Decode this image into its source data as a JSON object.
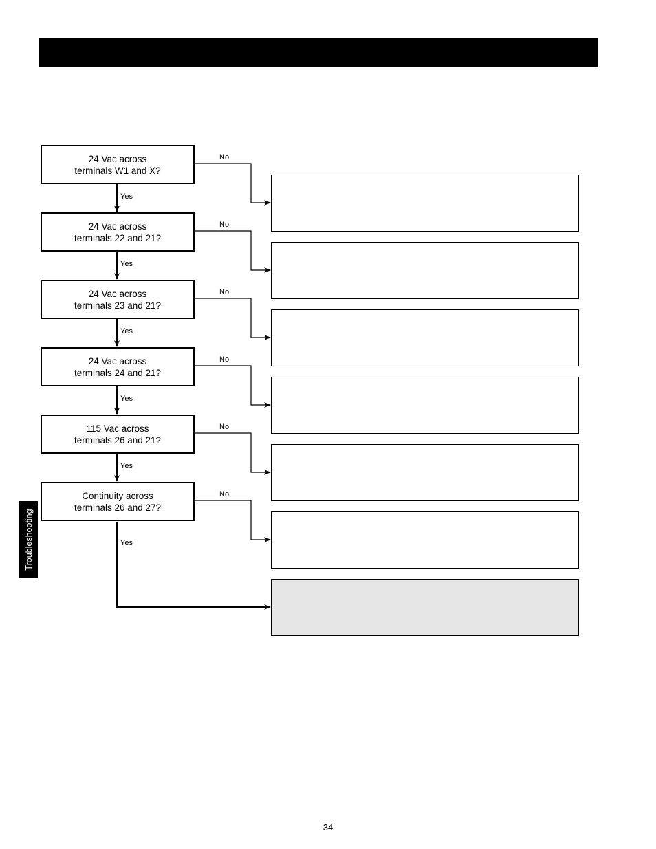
{
  "flowchart": {
    "questions": [
      {
        "line1": "24 Vac across",
        "line2": "terminals W1 and X?"
      },
      {
        "line1": "24 Vac across",
        "line2": "terminals 22 and 21?"
      },
      {
        "line1": "24 Vac across",
        "line2": "terminals 23 and 21?"
      },
      {
        "line1": "24 Vac across",
        "line2": "terminals 24 and 21?"
      },
      {
        "line1": "115 Vac across",
        "line2": "terminals 26 and 21?"
      },
      {
        "line1": "Continuity across",
        "line2": "terminals 26 and 27?"
      }
    ],
    "yes_label": "Yes",
    "no_label": "No"
  },
  "side_tab": "Troubleshooting",
  "page_number": "34"
}
